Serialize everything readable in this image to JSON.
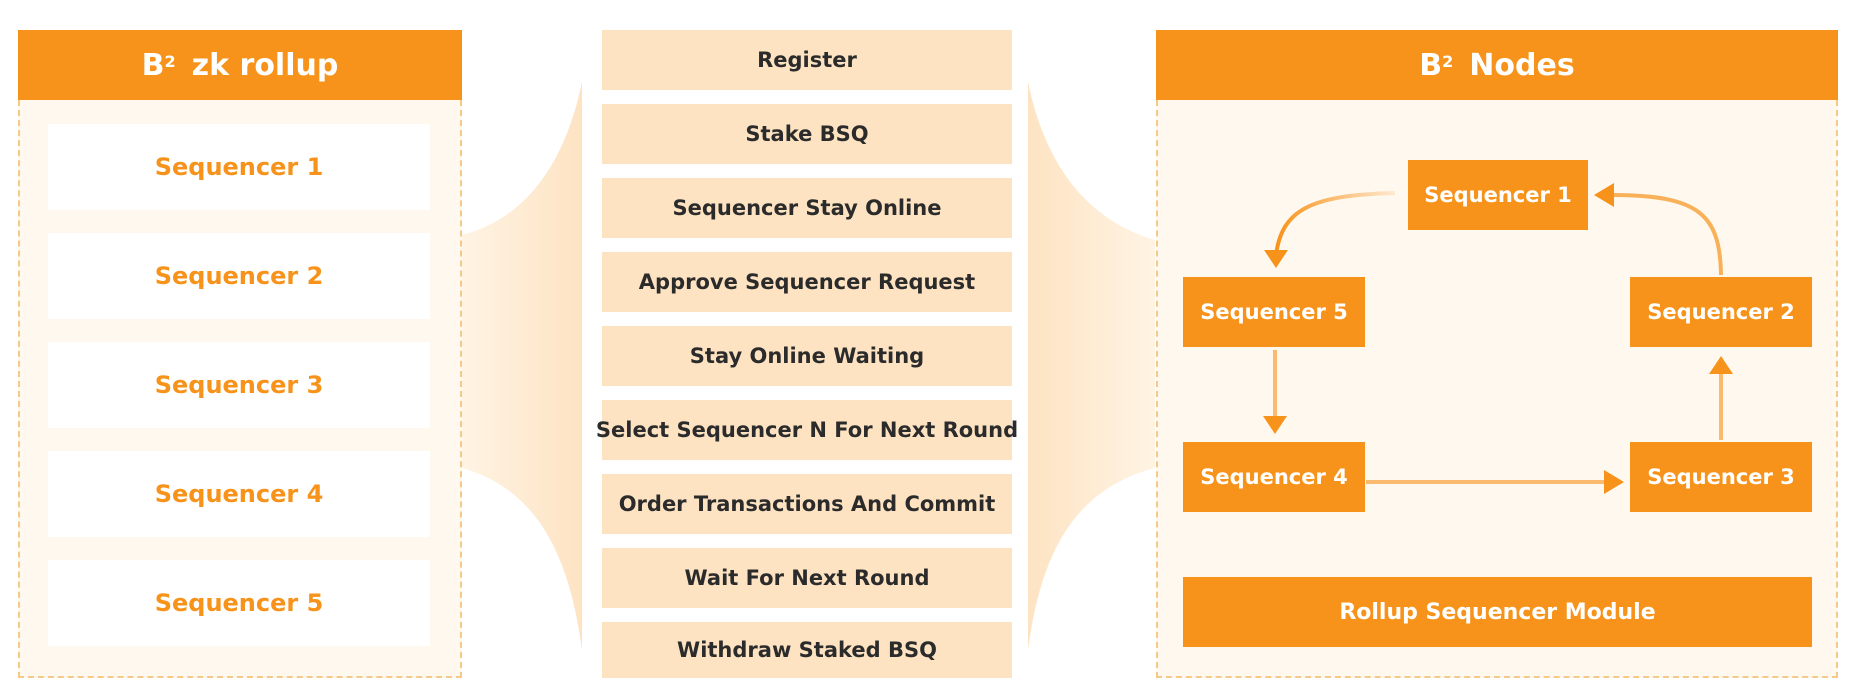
{
  "colors": {
    "accent": "#f7931a",
    "step_bg": "#fde3c2",
    "panel_bg": "#fff8ef"
  },
  "left_panel": {
    "title_main": "B",
    "title_sup": "2",
    "title_rest": "zk rollup",
    "items": [
      "Sequencer 1",
      "Sequencer 2",
      "Sequencer 3",
      "Sequencer 4",
      "Sequencer 5"
    ]
  },
  "steps": [
    "Register",
    "Stake BSQ",
    "Sequencer Stay Online",
    "Approve Sequencer Request",
    "Stay Online Waiting",
    "Select Sequencer N For Next Round",
    "Order Transactions And Commit",
    "Wait For Next Round",
    "Withdraw Staked BSQ"
  ],
  "right_panel": {
    "title_main": "B",
    "title_sup": "2",
    "title_rest": "Nodes",
    "nodes": {
      "s1": "Sequencer 1",
      "s2": "Sequencer 2",
      "s3": "Sequencer 3",
      "s4": "Sequencer 4",
      "s5": "Sequencer 5"
    },
    "module": "Rollup Sequencer Module"
  }
}
